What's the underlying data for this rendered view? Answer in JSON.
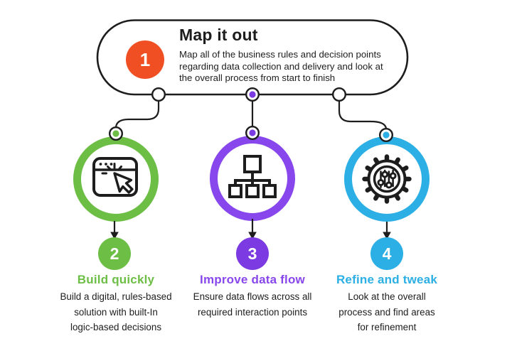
{
  "palette": {
    "step1_orange": "#F04E23",
    "step2_green": "#6CBE45",
    "step3_purple_ring": "#8847EC",
    "step3_purple_solid": "#7C3AE2",
    "step4_cyan": "#2BAFE4",
    "outline_black": "#1D1D1D"
  },
  "step1": {
    "number": "1",
    "title": "Map it out",
    "description_lines": [
      "Map all of the business rules and decision points",
      "regarding data collection and delivery and look at",
      "the overall process from start to finish"
    ]
  },
  "step2": {
    "number": "2",
    "title": "Build quickly",
    "icon": "browser-click-icon",
    "description_lines": [
      "Build a digital, rules-based",
      "solution with built-In",
      "logic-based decisions"
    ]
  },
  "step3": {
    "number": "3",
    "title": "Improve data flow",
    "icon": "sitemap-icon",
    "description_lines": [
      "Ensure data flows across all",
      "required interaction points"
    ]
  },
  "step4": {
    "number": "4",
    "title": "Refine and tweak",
    "icon": "gear-sliders-icon",
    "description_lines": [
      "Look at the overall",
      "process and find areas",
      "for refinement"
    ]
  }
}
